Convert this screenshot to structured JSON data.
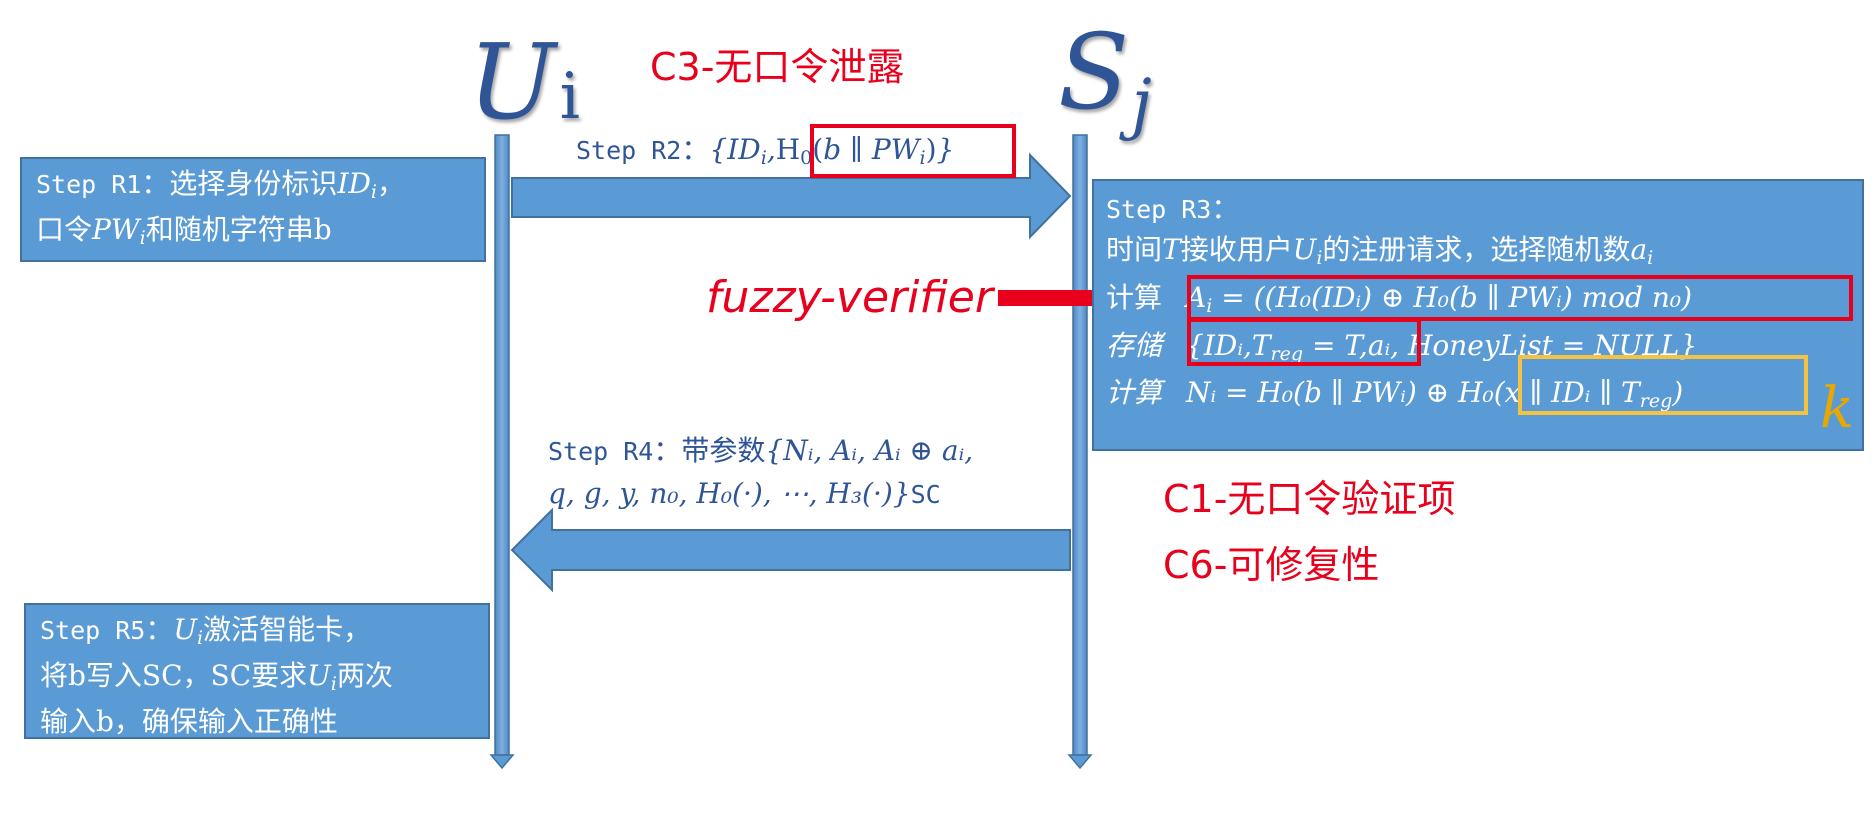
{
  "entities": {
    "user": {
      "main": "U",
      "sub": "i"
    },
    "server": {
      "main": "S",
      "sub": "j"
    }
  },
  "notes": {
    "c3": "C3-无口令泄露",
    "c1": "C1-无口令验证项",
    "c6": "C6-可修复性",
    "fuzzy": "fuzzy-verifier",
    "k": "k"
  },
  "steps": {
    "r1": {
      "label": "Step R1",
      "colon": "：",
      "text_select": "选择身份标识",
      "id_var": "ID",
      "id_sub": "i",
      "comma": "，",
      "text_password": "口令",
      "pw_var": "PW",
      "pw_sub": "i",
      "text_rest": "和随机字符串b"
    },
    "r2": {
      "label": "Step R2",
      "colon": "：",
      "open": "{",
      "id_var": "ID",
      "id_sub": "i",
      "sep": ",",
      "h0": "H",
      "h0_sub": "0",
      "paren_open": "(",
      "b": "b",
      "concat": "∥",
      "pw_var": "PW",
      "pw_sub": "i",
      "paren_close": ")",
      "close": "}"
    },
    "r3": {
      "label": "Step R3",
      "colon": "：",
      "line2_time": "时间",
      "t_var": "T",
      "line2_recv": "接收用户",
      "u_var": "U",
      "u_sub": "i",
      "line2_rest": "的注册请求，选择随机数",
      "a_var": "a",
      "a_sub": "i",
      "compute_label": "计算",
      "a_formula_lhs": "A",
      "a_formula_sub": "i",
      "a_formula": " = ((H₀(IDᵢ) ⊕ H₀(b ∥ PWᵢ) mod n₀)",
      "store_label": "存储",
      "store_part1": "{IDᵢ,T",
      "reg": "reg",
      "store_part2": " = T,",
      "store_part3": "aᵢ, HoneyList = NULL}",
      "compute2_label": "计算",
      "n_formula_lhs": "Nᵢ = H₀(b ∥ PWᵢ) ⊕ ",
      "n_formula_h": "H₀(x ∥ IDᵢ ∥ T",
      "n_reg": "reg",
      "n_close": ")"
    },
    "r4": {
      "label": "Step R4",
      "colon": "：",
      "text": "带参数",
      "params1": "{Nᵢ, Aᵢ, Aᵢ ⊕ aᵢ,",
      "params2": "q, g, y, n₀, H₀(·), ⋯, H₃(·)}",
      "sc": "SC"
    },
    "r5": {
      "label": "Step R5",
      "colon": "：",
      "u_var": "U",
      "u_sub": "i",
      "line1_rest": "激活智能卡，",
      "line2_a": "将b写入SC，SC要求",
      "line2_u": "U",
      "line2_sub": "i",
      "line2_rest": "两次",
      "line3": "输入b，确保输入正确性"
    }
  },
  "colors": {
    "box_fill": "#5b9bd5",
    "box_border": "#41719c",
    "text_blue": "#2f5597",
    "highlight_red": "#e8001c",
    "highlight_yellow": "#f5c342"
  }
}
